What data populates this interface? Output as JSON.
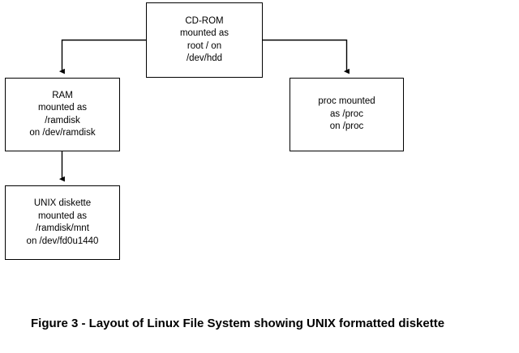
{
  "figure": {
    "caption": "Figure 3 - Layout of Linux File System showing UNIX formatted diskette",
    "background_color": "#ffffff",
    "stroke_color": "#000000"
  },
  "nodes": [
    {
      "id": "cdrom",
      "lines": [
        "CD-ROM",
        "mounted as",
        "root / on",
        "/dev/hdd"
      ]
    },
    {
      "id": "ram",
      "lines": [
        "RAM",
        "mounted as",
        "/ramdisk",
        "on /dev/ramdisk"
      ]
    },
    {
      "id": "proc",
      "lines": [
        "proc mounted",
        "as /proc",
        "on /proc"
      ]
    },
    {
      "id": "unix",
      "lines": [
        "UNIX diskette",
        "mounted as",
        "/ramdisk/mnt",
        "on /dev/fd0u1440"
      ]
    }
  ],
  "connectors": [
    {
      "id": "cdrom-to-ram",
      "from": "cdrom",
      "to": "ram",
      "style": "elbow-left-down"
    },
    {
      "id": "cdrom-to-proc",
      "from": "cdrom",
      "to": "proc",
      "style": "elbow-right-down"
    },
    {
      "id": "ram-to-unix",
      "from": "ram",
      "to": "unix",
      "style": "straight-down"
    }
  ]
}
